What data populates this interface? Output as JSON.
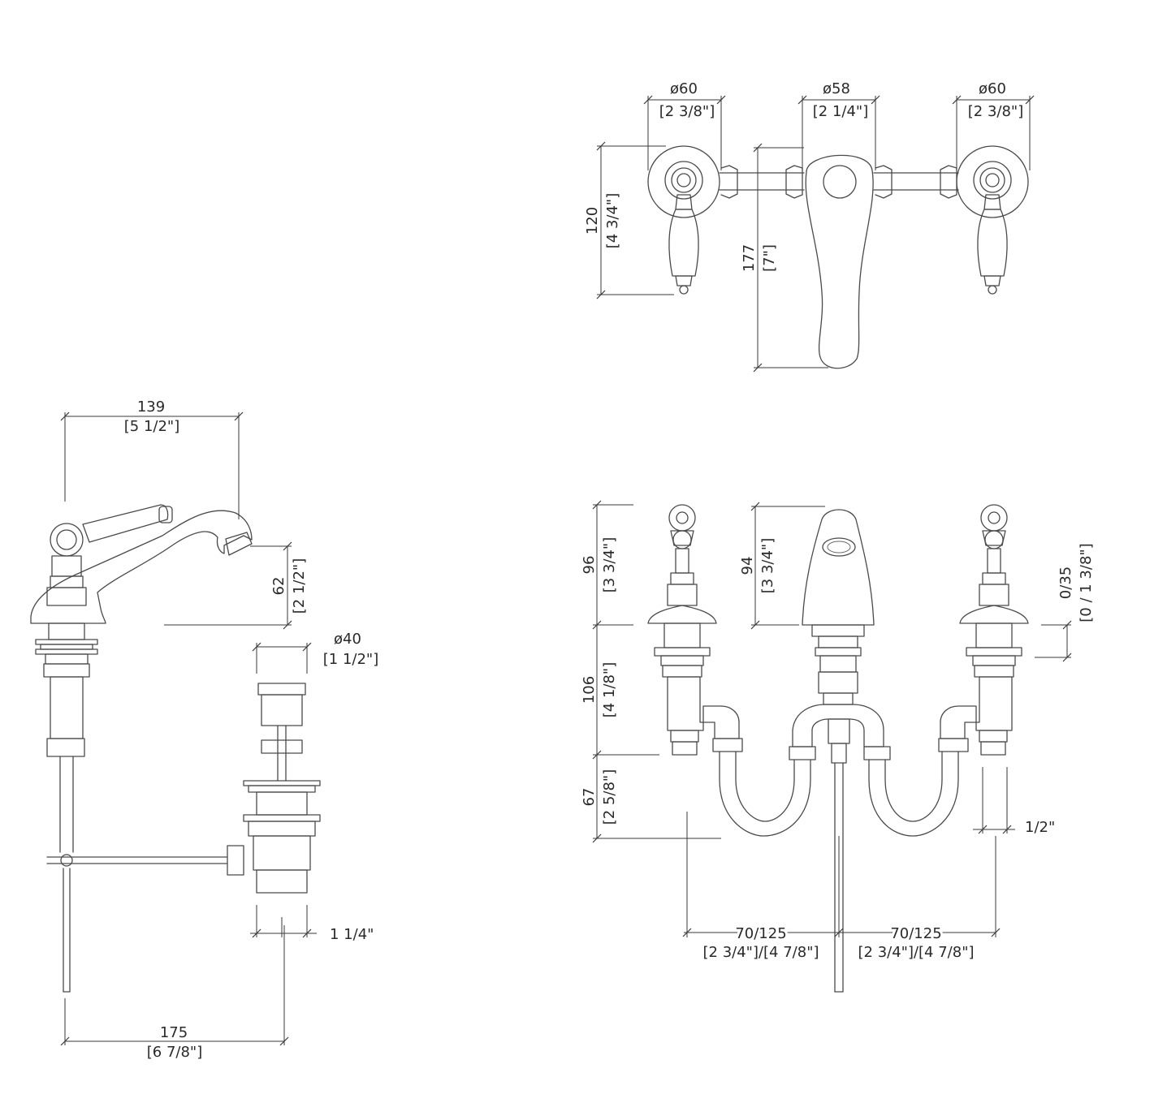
{
  "views": {
    "top": {
      "left_diameter": "ø60",
      "left_diameter_in": "[2 3/8\"]",
      "center_diameter": "ø58",
      "center_diameter_in": "[2 1/4\"]",
      "right_diameter": "ø60",
      "right_diameter_in": "[2 3/8\"]",
      "handle_length": "120",
      "handle_length_in": "[4 3/4\"]",
      "lever_length": "177",
      "lever_length_in": "[7\"]"
    },
    "side": {
      "reach": "139",
      "reach_in": "[5 1/2\"]",
      "spout_height": "62",
      "spout_height_in": "[2 1/2\"]",
      "drain_diameter": "ø40",
      "drain_diameter_in": "[1 1/2\"]",
      "drain_thread": "1 1/4\"",
      "base_length": "175",
      "base_length_in": "[6 7/8\"]"
    },
    "front": {
      "handle_height": "96",
      "handle_height_in": "[3 3/4\"]",
      "spout_height": "94",
      "spout_height_in": "[3 3/4\"]",
      "body_height": "106",
      "body_height_in": "[4 1/8\"]",
      "connector_height": "67",
      "connector_height_in": "[2 5/8\"]",
      "deck_thickness": "0/35",
      "deck_thickness_in": "[0 / 1 3/8\"]",
      "connection_size": "1/2\"",
      "left_spacing": "70/125",
      "left_spacing_in": "[2 3/4\"]/[4 7/8\"]",
      "right_spacing": "70/125",
      "right_spacing_in": "[2 3/4\"]/[4 7/8\"]"
    }
  }
}
